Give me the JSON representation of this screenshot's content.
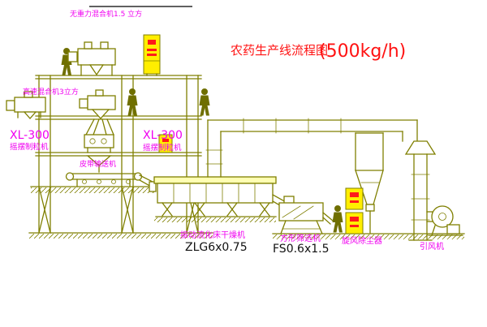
{
  "title": {
    "name": "农药生产线流程图",
    "capacity": "(500kg/h)"
  },
  "labels": {
    "gravity_mixer": "无重力混合机1.5 立方",
    "high_speed_mixer": "高速混合机3立方",
    "granulator_left_model": "XL-300",
    "granulator_left_name": "摇摆制粒机",
    "granulator_mid_model": "XL-300",
    "granulator_mid_name": "摇摆制粒机",
    "belt_conveyor": "皮带输送机",
    "dryer_name": "振动流化床干燥机",
    "dryer_model": "ZLG6x0.75",
    "sieve_name": "方形筛选机",
    "sieve_model": "FS0.6x1.5",
    "cyclone": "旋风除尘器",
    "fan": "引风机"
  },
  "colors": {
    "structure_olive": "#7f7f00",
    "cabinet_yellow": "#ffee00",
    "dryer_top_pale_yellow": "#ffffb3",
    "label_magenta": "#f000f0",
    "title_red": "#ff1212",
    "model_text_black": "#111111",
    "background": "#ffffff"
  }
}
